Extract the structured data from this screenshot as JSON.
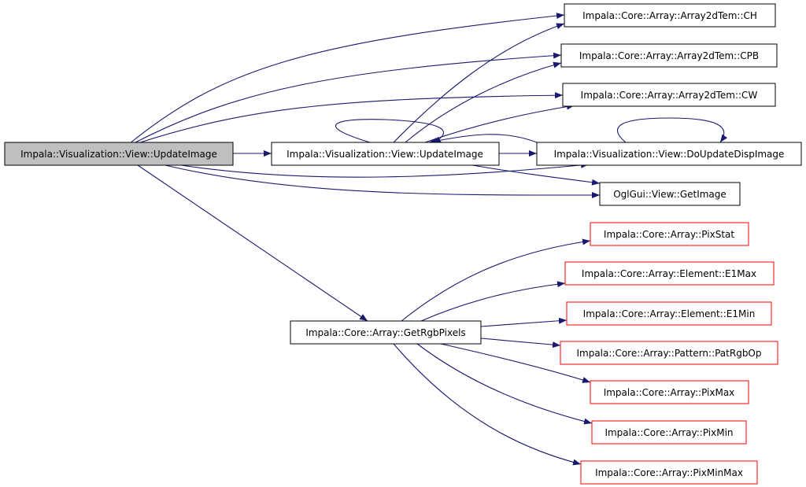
{
  "colors": {
    "edge": "#191970",
    "root_fill": "#bfbfbf",
    "node_fill": "#ffffff",
    "node_border": "#000000",
    "external_border": "#ff0000"
  },
  "nodes": [
    {
      "id": "root",
      "label": "Impala::Visualization::View::UpdateImage",
      "kind": "root"
    },
    {
      "id": "update2",
      "label": "Impala::Visualization::View::UpdateImage",
      "kind": "normal"
    },
    {
      "id": "ch",
      "label": "Impala::Core::Array::Array2dTem::CH",
      "kind": "normal"
    },
    {
      "id": "cpb",
      "label": "Impala::Core::Array::Array2dTem::CPB",
      "kind": "normal"
    },
    {
      "id": "cw",
      "label": "Impala::Core::Array::Array2dTem::CW",
      "kind": "normal"
    },
    {
      "id": "doupdate",
      "label": "Impala::Visualization::View::DoUpdateDispImage",
      "kind": "normal"
    },
    {
      "id": "getimage",
      "label": "OglGui::View::GetImage",
      "kind": "normal"
    },
    {
      "id": "getrgb",
      "label": "Impala::Core::Array::GetRgbPixels",
      "kind": "normal"
    },
    {
      "id": "pixstat",
      "label": "Impala::Core::Array::PixStat",
      "kind": "external"
    },
    {
      "id": "e1max",
      "label": "Impala::Core::Array::Element::E1Max",
      "kind": "external"
    },
    {
      "id": "e1min",
      "label": "Impala::Core::Array::Element::E1Min",
      "kind": "external"
    },
    {
      "id": "patrgbop",
      "label": "Impala::Core::Array::Pattern::PatRgbOp",
      "kind": "external"
    },
    {
      "id": "pixmax",
      "label": "Impala::Core::Array::PixMax",
      "kind": "external"
    },
    {
      "id": "pixmin",
      "label": "Impala::Core::Array::PixMin",
      "kind": "external"
    },
    {
      "id": "pixminmax",
      "label": "Impala::Core::Array::PixMinMax",
      "kind": "external"
    }
  ],
  "edges": [
    {
      "from": "root",
      "to": "ch"
    },
    {
      "from": "root",
      "to": "cpb"
    },
    {
      "from": "root",
      "to": "cw"
    },
    {
      "from": "root",
      "to": "update2"
    },
    {
      "from": "root",
      "to": "doupdate"
    },
    {
      "from": "root",
      "to": "getimage"
    },
    {
      "from": "root",
      "to": "getrgb"
    },
    {
      "from": "update2",
      "to": "update2"
    },
    {
      "from": "update2",
      "to": "ch"
    },
    {
      "from": "update2",
      "to": "cpb"
    },
    {
      "from": "update2",
      "to": "cw"
    },
    {
      "from": "update2",
      "to": "doupdate"
    },
    {
      "from": "update2",
      "to": "getimage"
    },
    {
      "from": "doupdate",
      "to": "doupdate"
    },
    {
      "from": "doupdate",
      "to": "update2"
    },
    {
      "from": "getrgb",
      "to": "pixstat"
    },
    {
      "from": "getrgb",
      "to": "e1max"
    },
    {
      "from": "getrgb",
      "to": "e1min"
    },
    {
      "from": "getrgb",
      "to": "patrgbop"
    },
    {
      "from": "getrgb",
      "to": "pixmax"
    },
    {
      "from": "getrgb",
      "to": "pixmin"
    },
    {
      "from": "getrgb",
      "to": "pixminmax"
    }
  ]
}
